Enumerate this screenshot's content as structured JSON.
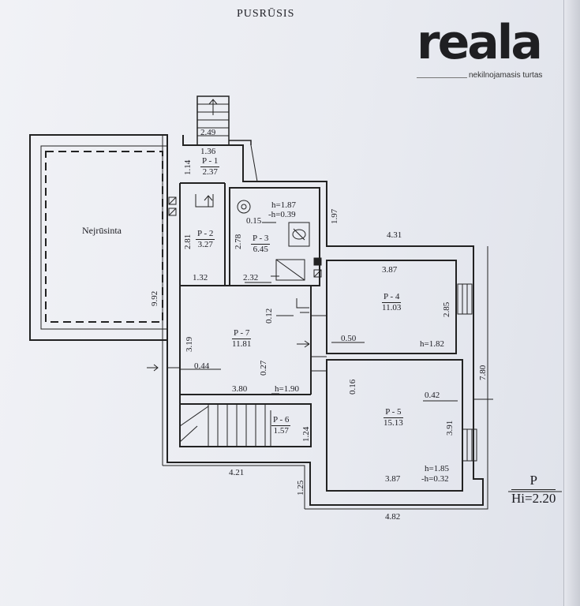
{
  "header": {
    "title": "PUSRŪSIS"
  },
  "brand": {
    "name": "reala",
    "tagline": "nekilnojamasis turtas"
  },
  "rooms": [
    {
      "code": "P - 1",
      "area": "2.37"
    },
    {
      "code": "P - 2",
      "area": "3.27"
    },
    {
      "code": "P - 3",
      "area": "6.45"
    },
    {
      "code": "P - 4",
      "area": "11.03"
    },
    {
      "code": "P - 5",
      "area": "15.13"
    },
    {
      "code": "P - 6",
      "area": "1.57"
    },
    {
      "code": "P - 7",
      "area": "11.81"
    }
  ],
  "unfinished_label": "Nejrūsinta",
  "heights": {
    "p3_h": "h=1.87",
    "p3_neg": "-h=0.39",
    "p4_h": "h=1.82",
    "p5_h": "h=1.85",
    "p5_neg": "-h=0.32",
    "p7_h": "h=1.90"
  },
  "dimensions": {
    "d249": "2.49",
    "d136": "1.36",
    "d114": "1.14",
    "d281": "2.81",
    "d278": "2.78",
    "d015": "0.15",
    "d197": "1.97",
    "d431": "4.31",
    "d387a": "3.87",
    "d285": "2.85",
    "d132": "1.32",
    "d232": "2.32",
    "d012": "0.12",
    "d992": "9.92",
    "d319": "3.19",
    "d050": "0.50",
    "d780": "7.80",
    "d044": "0.44",
    "d027": "0.27",
    "d016": "0.16",
    "d042": "0.42",
    "d380": "3.80",
    "d391": "3.91",
    "d124": "1.24",
    "d421": "4.21",
    "d125": "1.25",
    "d387b": "3.87",
    "d482": "4.82"
  },
  "legend": {
    "label": "P",
    "height": "Hi=2.20"
  }
}
